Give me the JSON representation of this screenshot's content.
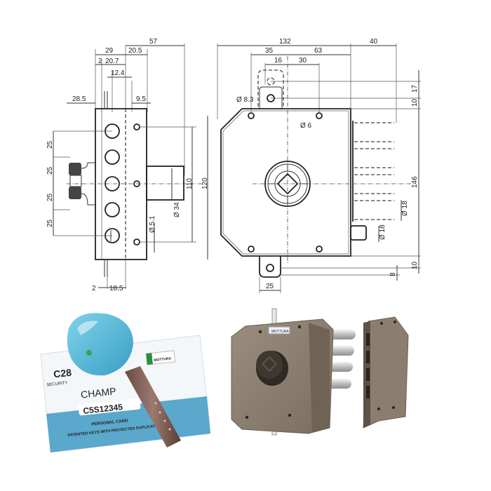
{
  "left_drawing": {
    "top_dims": [
      "29",
      "20.5",
      "57",
      "2",
      "20.7",
      "12.4",
      "28.5",
      "9.5"
    ],
    "left_dims": [
      "25",
      "25",
      "25",
      "25"
    ],
    "bottom_dims": [
      "2",
      "18.5"
    ],
    "vertical_dims": [
      "110",
      "120"
    ],
    "diameter_labels": [
      "Ø 34",
      "Ø 5.1"
    ]
  },
  "right_drawing": {
    "top_dims": [
      "132",
      "40",
      "35",
      "63",
      "16",
      "30"
    ],
    "diameter_labels": [
      "Ø 8.3",
      "Ø 6",
      "Ø 18",
      "Ø 18"
    ],
    "right_dims": [
      "17",
      "10",
      "146",
      "10",
      "8"
    ],
    "bottom_dims": [
      "25"
    ]
  },
  "key_card": {
    "model_prefix": "C28",
    "model_sub": "SECURITY",
    "brand": "CHAMP",
    "code": "C5S12345",
    "line1": "PERSONAL CARD",
    "line2": "PATENTED KEYS WITH PROTECTED DUPLICATION",
    "logo_text": "MOTTURA"
  },
  "product_photo": {
    "label": "MOTTURA"
  },
  "colors": {
    "key_head": "#4fb8d8",
    "card_band": "#5aa8cc",
    "lock_body": "#8a7d6e",
    "knob": "#3a342f",
    "bolt": "#d9d9d9"
  }
}
